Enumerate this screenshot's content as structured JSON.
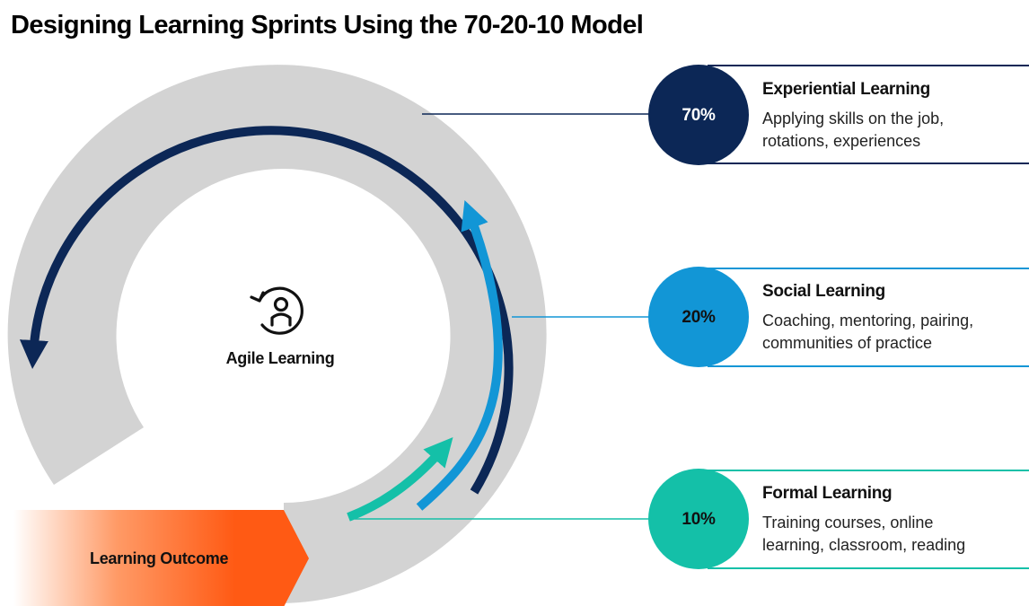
{
  "title": "Designing Learning Sprints Using the 70-20-10 Model",
  "center": {
    "label": "Agile Learning",
    "icon": "agile-learning-cycle-icon"
  },
  "outcome": {
    "label": "Learning Outcome"
  },
  "colors": {
    "ring": "#d3d3d3",
    "experiential": "#0c2756",
    "social": "#1296d6",
    "formal": "#14c0a8",
    "outcome": "#ff5a14"
  },
  "categories": [
    {
      "percent": "70%",
      "title": "Experiential Learning",
      "desc_line1": "Applying skills on the job,",
      "desc_line2": "rotations, experiences"
    },
    {
      "percent": "20%",
      "title": "Social Learning",
      "desc_line1": "Coaching, mentoring, pairing,",
      "desc_line2": "communities of practice"
    },
    {
      "percent": "10%",
      "title": "Formal Learning",
      "desc_line1": "Training courses, online",
      "desc_line2": "learning, classroom, reading"
    }
  ]
}
